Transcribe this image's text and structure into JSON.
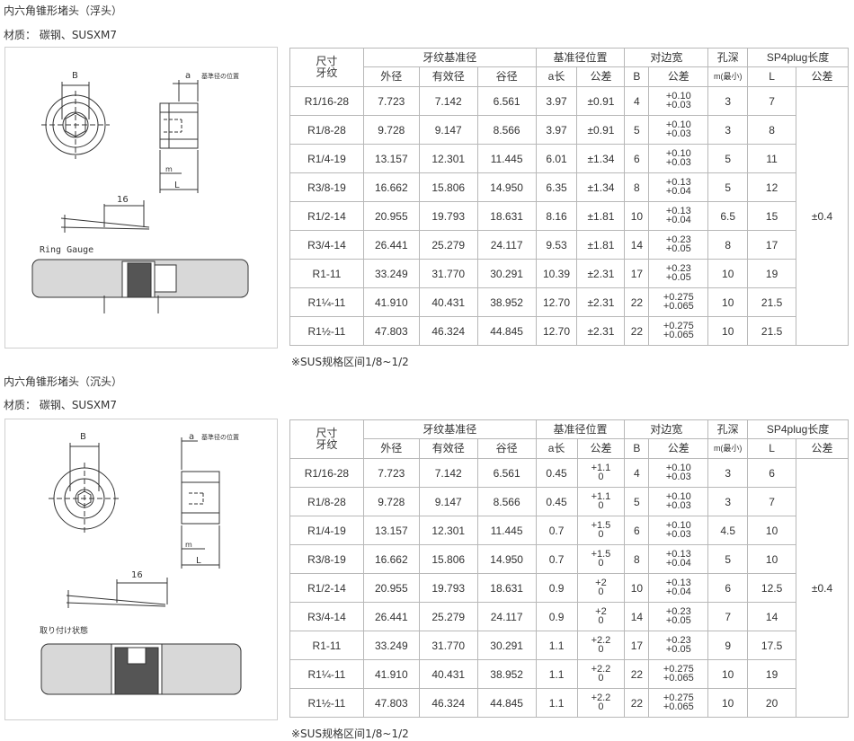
{
  "sections": [
    {
      "title": "内六角锥形堵头（浮头）",
      "material": "材质：  碳钢、SUSXM7",
      "note": "※SUS规格区间1/8~1/2",
      "drawing": {
        "dim_b": "B",
        "dim_a": "a",
        "dim_m": "m",
        "dim_l": "L",
        "ref_label": "基準径の位置",
        "dim_16": "16",
        "gauge_label": "Ring Gauge"
      },
      "headers": {
        "size": "尺寸",
        "thread": "牙纹",
        "base_dia": "牙纹基准径",
        "outer": "外径",
        "effective": "有效径",
        "root": "谷径",
        "base_pos": "基准径位置",
        "a_len": "a长",
        "tol": "公差",
        "across": "对边宽",
        "b": "B",
        "tol2": "公差",
        "hole": "孔深",
        "m_min": "m(最小)",
        "sp4": "SP4plug长度",
        "l": "L",
        "tol3": "公差"
      },
      "length_tolerance": "±0.4",
      "rows": [
        {
          "size": "R1/16-28",
          "outer": "7.723",
          "eff": "7.142",
          "root": "6.561",
          "a": "3.97",
          "atol": "±0.91",
          "b": "4",
          "btol_top": "+0.10",
          "btol_bot": "+0.03",
          "m": "3",
          "l": "7"
        },
        {
          "size": "R1/8-28",
          "outer": "9.728",
          "eff": "9.147",
          "root": "8.566",
          "a": "3.97",
          "atol": "±0.91",
          "b": "5",
          "btol_top": "+0.10",
          "btol_bot": "+0.03",
          "m": "3",
          "l": "8"
        },
        {
          "size": "R1/4-19",
          "outer": "13.157",
          "eff": "12.301",
          "root": "11.445",
          "a": "6.01",
          "atol": "±1.34",
          "b": "6",
          "btol_top": "+0.10",
          "btol_bot": "+0.03",
          "m": "5",
          "l": "11"
        },
        {
          "size": "R3/8-19",
          "outer": "16.662",
          "eff": "15.806",
          "root": "14.950",
          "a": "6.35",
          "atol": "±1.34",
          "b": "8",
          "btol_top": "+0.13",
          "btol_bot": "+0.04",
          "m": "5",
          "l": "12"
        },
        {
          "size": "R1/2-14",
          "outer": "20.955",
          "eff": "19.793",
          "root": "18.631",
          "a": "8.16",
          "atol": "±1.81",
          "b": "10",
          "btol_top": "+0.13",
          "btol_bot": "+0.04",
          "m": "6.5",
          "l": "15"
        },
        {
          "size": "R3/4-14",
          "outer": "26.441",
          "eff": "25.279",
          "root": "24.117",
          "a": "9.53",
          "atol": "±1.81",
          "b": "14",
          "btol_top": "+0.23",
          "btol_bot": "+0.05",
          "m": "8",
          "l": "17"
        },
        {
          "size": "R1-11",
          "outer": "33.249",
          "eff": "31.770",
          "root": "30.291",
          "a": "10.39",
          "atol": "±2.31",
          "b": "17",
          "btol_top": "+0.23",
          "btol_bot": "+0.05",
          "m": "10",
          "l": "19"
        },
        {
          "size": "R1¼-11",
          "outer": "41.910",
          "eff": "40.431",
          "root": "38.952",
          "a": "12.70",
          "atol": "±2.31",
          "b": "22",
          "btol_top": "+0.275",
          "btol_bot": "+0.065",
          "m": "10",
          "l": "21.5"
        },
        {
          "size": "R1½-11",
          "outer": "47.803",
          "eff": "46.324",
          "root": "44.845",
          "a": "12.70",
          "atol": "±2.31",
          "b": "22",
          "btol_top": "+0.275",
          "btol_bot": "+0.065",
          "m": "10",
          "l": "21.5"
        }
      ]
    },
    {
      "title": "内六角锥形堵头（沉头）",
      "material": "材质：  碳钢、SUSXM7",
      "note": "※SUS规格区间1/8~1/2",
      "drawing": {
        "dim_b": "B",
        "dim_a": "a",
        "dim_m": "m",
        "dim_l": "L",
        "ref_label": "基準径の位置",
        "dim_16": "16",
        "gauge_label": "取り付け状態"
      },
      "headers": {
        "size": "尺寸",
        "thread": "牙纹",
        "base_dia": "牙纹基准径",
        "outer": "外径",
        "effective": "有效径",
        "root": "谷径",
        "base_pos": "基准径位置",
        "a_len": "a长",
        "tol": "公差",
        "across": "对边宽",
        "b": "B",
        "tol2": "公差",
        "hole": "孔深",
        "m_min": "m(最小)",
        "sp4": "SP4plug长度",
        "l": "L",
        "tol3": "公差"
      },
      "length_tolerance": "±0.4",
      "rows": [
        {
          "size": "R1/16-28",
          "outer": "7.723",
          "eff": "7.142",
          "root": "6.561",
          "a": "0.45",
          "atol_top": "+1.1",
          "atol_bot": "0",
          "b": "4",
          "btol_top": "+0.10",
          "btol_bot": "+0.03",
          "m": "3",
          "l": "6"
        },
        {
          "size": "R1/8-28",
          "outer": "9.728",
          "eff": "9.147",
          "root": "8.566",
          "a": "0.45",
          "atol_top": "+1.1",
          "atol_bot": "0",
          "b": "5",
          "btol_top": "+0.10",
          "btol_bot": "+0.03",
          "m": "3",
          "l": "7"
        },
        {
          "size": "R1/4-19",
          "outer": "13.157",
          "eff": "12.301",
          "root": "11.445",
          "a": "0.7",
          "atol_top": "+1.5",
          "atol_bot": "0",
          "b": "6",
          "btol_top": "+0.10",
          "btol_bot": "+0.03",
          "m": "4.5",
          "l": "10"
        },
        {
          "size": "R3/8-19",
          "outer": "16.662",
          "eff": "15.806",
          "root": "14.950",
          "a": "0.7",
          "atol_top": "+1.5",
          "atol_bot": "0",
          "b": "8",
          "btol_top": "+0.13",
          "btol_bot": "+0.04",
          "m": "5",
          "l": "10"
        },
        {
          "size": "R1/2-14",
          "outer": "20.955",
          "eff": "19.793",
          "root": "18.631",
          "a": "0.9",
          "atol_top": "+2",
          "atol_bot": "0",
          "b": "10",
          "btol_top": "+0.13",
          "btol_bot": "+0.04",
          "m": "6",
          "l": "12.5"
        },
        {
          "size": "R3/4-14",
          "outer": "26.441",
          "eff": "25.279",
          "root": "24.117",
          "a": "0.9",
          "atol_top": "+2",
          "atol_bot": "0",
          "b": "14",
          "btol_top": "+0.23",
          "btol_bot": "+0.05",
          "m": "7",
          "l": "14"
        },
        {
          "size": "R1-11",
          "outer": "33.249",
          "eff": "31.770",
          "root": "30.291",
          "a": "1.1",
          "atol_top": "+2.2",
          "atol_bot": "0",
          "b": "17",
          "btol_top": "+0.23",
          "btol_bot": "+0.05",
          "m": "9",
          "l": "17.5"
        },
        {
          "size": "R1¼-11",
          "outer": "41.910",
          "eff": "40.431",
          "root": "38.952",
          "a": "1.1",
          "atol_top": "+2.2",
          "atol_bot": "0",
          "b": "22",
          "btol_top": "+0.275",
          "btol_bot": "+0.065",
          "m": "10",
          "l": "19"
        },
        {
          "size": "R1½-11",
          "outer": "47.803",
          "eff": "46.324",
          "root": "44.845",
          "a": "1.1",
          "atol_top": "+2.2",
          "atol_bot": "0",
          "b": "22",
          "btol_top": "+0.275",
          "btol_bot": "+0.065",
          "m": "10",
          "l": "20"
        }
      ]
    }
  ]
}
